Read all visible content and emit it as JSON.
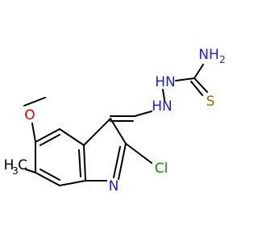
{
  "molecule": {
    "colors": {
      "carbon": "#000000",
      "nitrogen": "#1f1fd0",
      "oxygen": "#e00000",
      "sulfur": "#7a7a00",
      "chlorine": "#0f8f0f",
      "background": "#ffffff"
    },
    "labels": {
      "amine_n": "NH",
      "amine_sub": "2",
      "hydrazine_n1": "HN",
      "hydrazine_n2": "HN",
      "sulfur": "S",
      "oxygen": "O",
      "chlorine": "Cl",
      "ring_n": "N",
      "methyl_h": "H",
      "methyl_sub": "3",
      "methyl_c": "C"
    }
  }
}
